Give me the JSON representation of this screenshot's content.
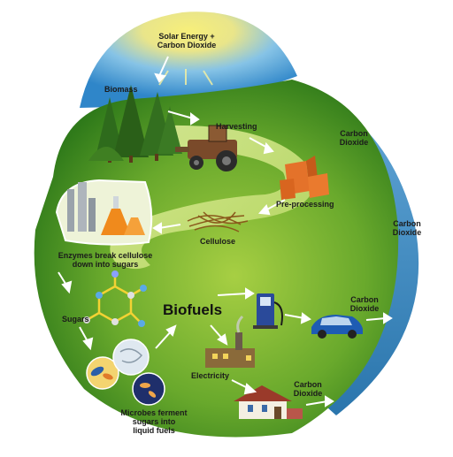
{
  "title": "Biofuels",
  "labels": {
    "solar_line1": "Solar Energy +",
    "solar_line2": "Carbon Dioxide",
    "biomass": "Biomass",
    "harvesting": "Harvesting",
    "preprocessing": "Pre-processing",
    "cellulose": "Cellulose",
    "enzymes_line1": "Enzymes break cellulose",
    "enzymes_line2": "down into sugars",
    "sugars": "Sugars",
    "microbes_line1": "Microbes ferment",
    "microbes_line2": "sugars into",
    "microbes_line3": "liquid fuels",
    "electricity": "Electricity",
    "co2_a_line1": "Carbon",
    "co2_a_line2": "Dioxide",
    "co2_b_line1": "Carbon",
    "co2_b_line2": "Dioxide",
    "co2_c_line1": "Carbon",
    "co2_c_line2": "Dioxide",
    "co2_d_line1": "Carbon",
    "co2_d_line2": "Dioxide"
  },
  "colors": {
    "ground_dark": "#3f8a1c",
    "ground_light": "#9cc93a",
    "path": "#cfe38a",
    "sky": "#6fb6e6",
    "sun": "#f3e24a",
    "arrow_blue": "#3a86c2",
    "arrow_white": "#ffffff"
  }
}
